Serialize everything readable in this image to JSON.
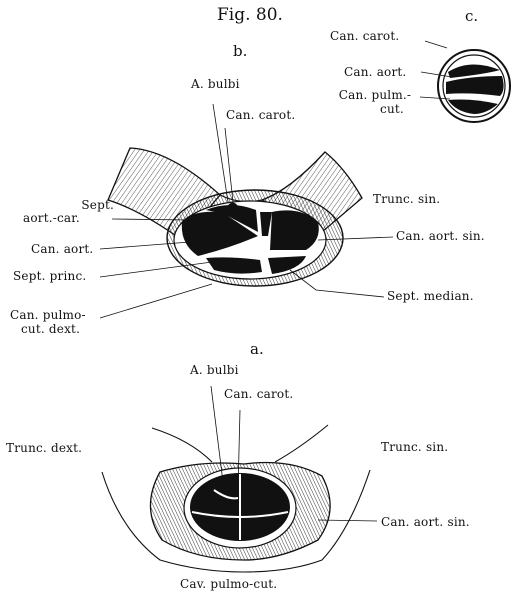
{
  "figure": {
    "title": "Fig. 80.",
    "panels": {
      "a": {
        "letter": "a.",
        "labels": {
          "a_bulbi": "A. bulbi",
          "can_carot": "Can. carot.",
          "trunc_dext": "Trunc. dext.",
          "trunc_sin": "Trunc. sin.",
          "can_aort_sin": "Can. aort. sin.",
          "cav_pulmo_cut": "Cav. pulmo-cut."
        }
      },
      "b": {
        "letter": "b.",
        "labels": {
          "a_bulbi": "A. bulbi",
          "can_carot": "Can. carot.",
          "trunc_sin": "Trunc. sin.",
          "sept_aort_car_1": "Sept.",
          "sept_aort_car_2": "aort.-car.",
          "can_aort": "Can. aort.",
          "can_aort_sin": "Can. aort. sin.",
          "sept_princ": "Sept. princ.",
          "sept_median": "Sept. median.",
          "can_pulmo_cut_dext_1": "Can. pulmo-",
          "can_pulmo_cut_dext_2": "cut. dext."
        }
      },
      "c": {
        "letter": "c.",
        "labels": {
          "can_carot": "Can. carot.",
          "can_aort": "Can. aort.",
          "can_pulm_cut_1": "Can. pulm.-",
          "can_pulm_cut_2": "cut."
        }
      }
    }
  }
}
